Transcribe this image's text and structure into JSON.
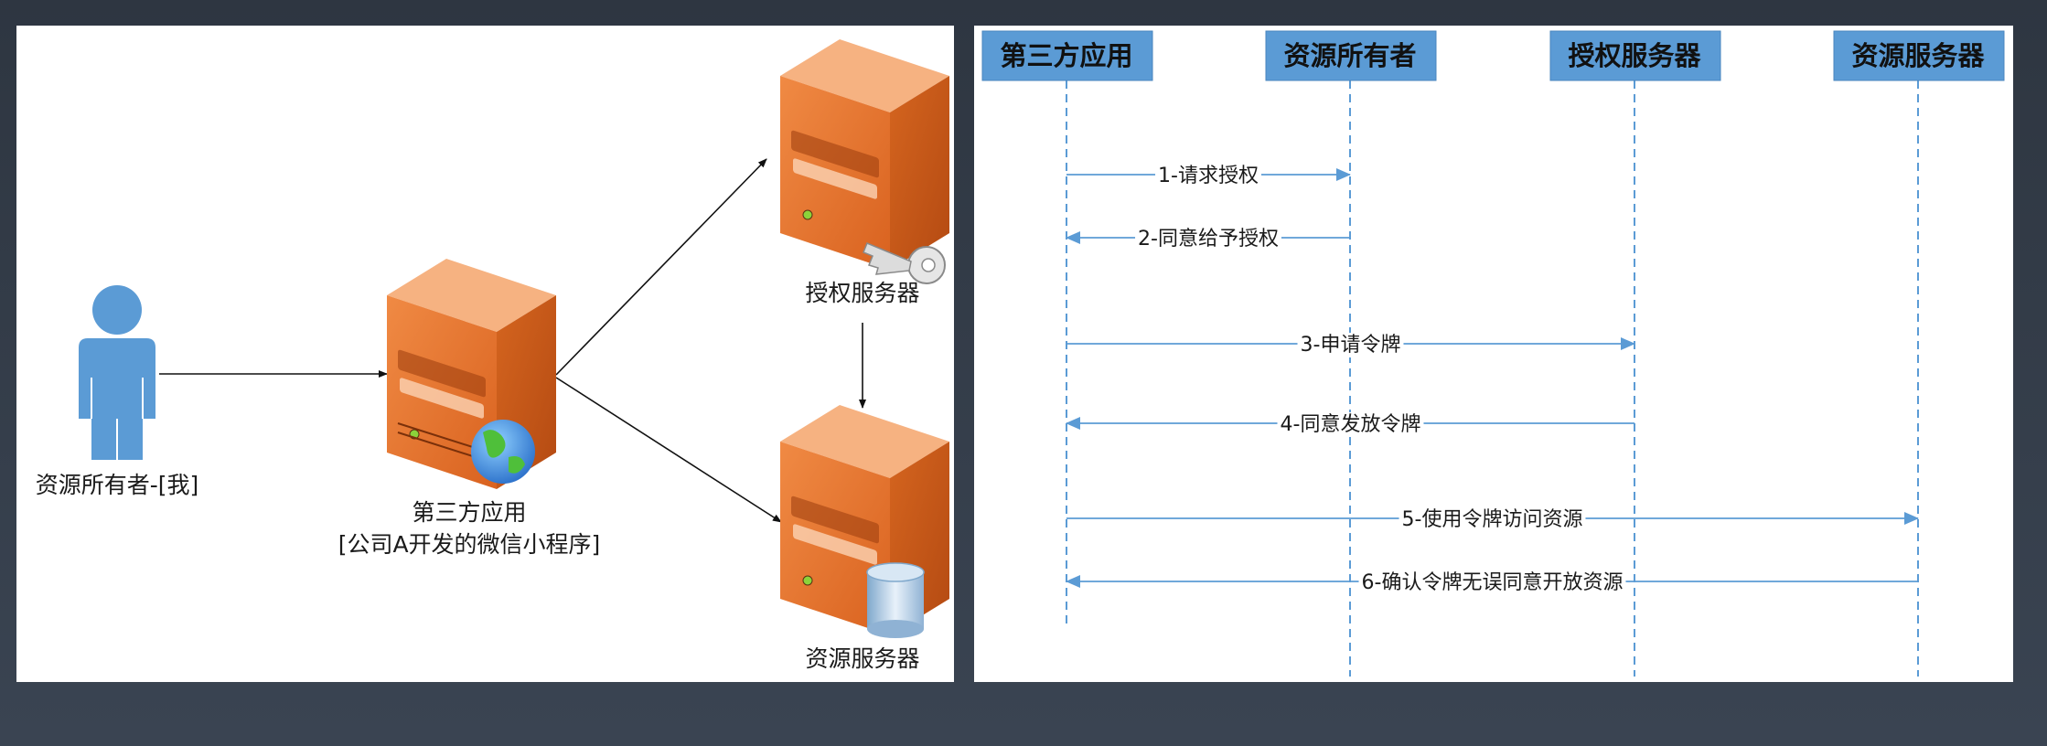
{
  "left_diagram": {
    "resource_owner_label": "资源所有者-[我]",
    "client_label": "第三方应用",
    "client_sublabel": "[公司A开发的微信小程序]",
    "auth_server_label": "授权服务器",
    "resource_server_label": "资源服务器"
  },
  "sequence_diagram": {
    "participants": [
      "第三方应用",
      "资源所有者",
      "授权服务器",
      "资源服务器"
    ],
    "messages": [
      {
        "label": "1-请求授权",
        "from": 0,
        "to": 1
      },
      {
        "label": "2-同意给予授权",
        "from": 1,
        "to": 0
      },
      {
        "label": "3-申请令牌",
        "from": 0,
        "to": 2
      },
      {
        "label": "4-同意发放令牌",
        "from": 2,
        "to": 0
      },
      {
        "label": "5-使用令牌访问资源",
        "from": 0,
        "to": 3
      },
      {
        "label": "6-确认令牌无误同意开放资源",
        "from": 3,
        "to": 0
      }
    ]
  },
  "colors": {
    "server_front": "#e8742a",
    "server_side": "#c8561a",
    "server_top": "#f6b281",
    "person": "#5b9bd5",
    "header_fill": "#5b9bd5",
    "lifeline": "#5b9bd5",
    "arrow": "#5b9bd5"
  }
}
